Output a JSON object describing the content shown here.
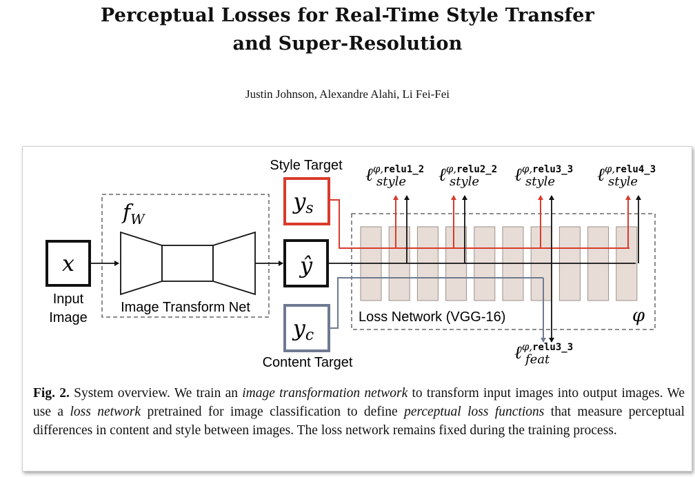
{
  "paper": {
    "title_line1": "Perceptual Losses for Real-Time Style Transfer",
    "title_line2": "and Super-Resolution",
    "authors": "Justin Johnson, Alexandre Alahi, Li Fei-Fei"
  },
  "figure": {
    "labels": {
      "style_target": "Style Target",
      "content_target": "Content Target",
      "input_line1": "Input",
      "input_line2": "Image",
      "transform_net": "Image Transform Net",
      "loss_network": "Loss Network (VGG-16)",
      "x": "x",
      "fw_f": "f",
      "fw_sub": "W",
      "y_hat": "ŷ",
      "y": "y",
      "y_s_sub": "s",
      "y_c_sub": "c",
      "phi": "φ"
    },
    "losses": [
      {
        "layer": "relu1_2",
        "kind": "style"
      },
      {
        "layer": "relu2_2",
        "kind": "style"
      },
      {
        "layer": "relu3_3",
        "kind": "style"
      },
      {
        "layer": "relu4_3",
        "kind": "style"
      },
      {
        "layer": "relu3_3",
        "kind": "feat"
      }
    ],
    "loss_symbol": "ℓ",
    "loss_sup_prefix": "φ,",
    "colors": {
      "style_line": "#d93a2b",
      "content_line": "#6d7a91",
      "block_fill": "#e8dcd6",
      "border": "#222222"
    }
  },
  "caption": {
    "label": "Fig. 2.",
    "t1": " System overview. We train an ",
    "i1": "image transformation network",
    "t2": " to transform input images into output images. We use a ",
    "i2": "loss network",
    "t3": " pretrained for image classification to define ",
    "i3": "perceptual loss functions",
    "t4": " that measure perceptual differences in content and style between images. The loss network remains fixed during the training process."
  }
}
